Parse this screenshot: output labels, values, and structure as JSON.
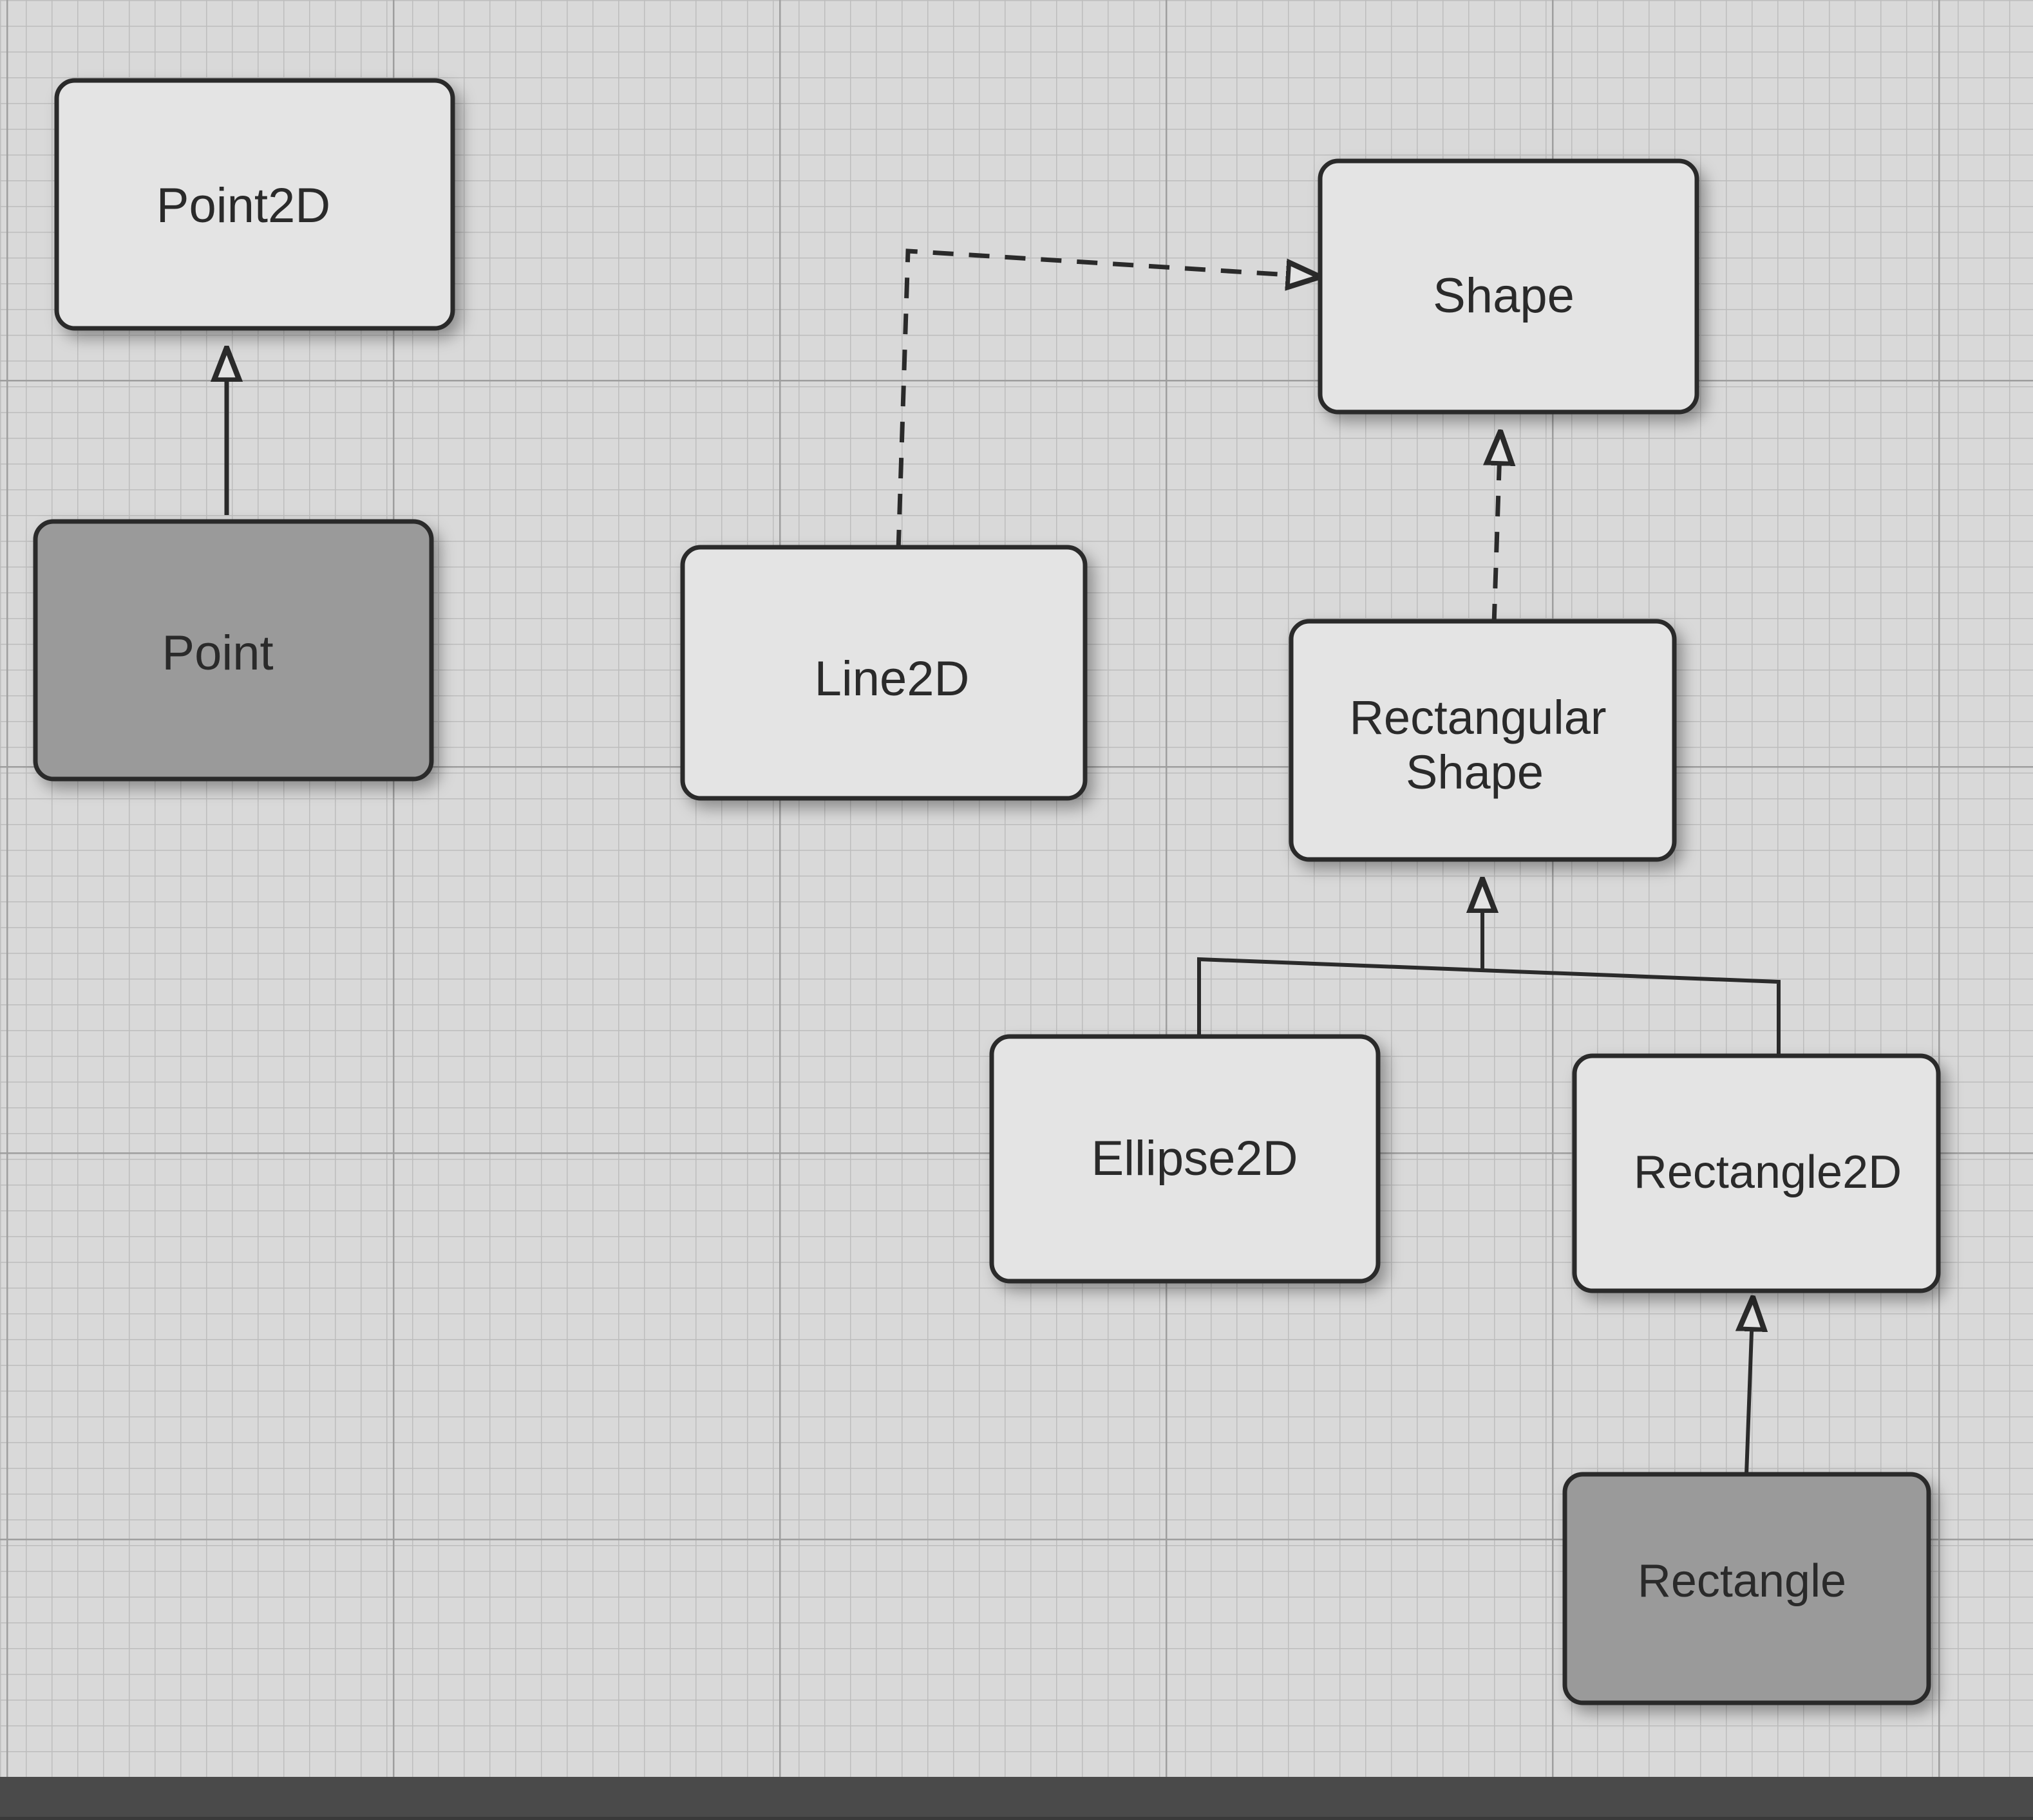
{
  "diagram": {
    "colors": {
      "paper": "#d9d9d9",
      "grid_minor": "#bdbdbd",
      "grid_major": "#9e9e9e",
      "box_light": "#e4e4e4",
      "box_dark": "#9a9a9a",
      "border": "#2a2a2a",
      "text": "#2b2b2b"
    },
    "boxes": {
      "point2d": {
        "label": "Point2D"
      },
      "point": {
        "label": "Point"
      },
      "line2d": {
        "label": "Line2D"
      },
      "shape": {
        "label": "Shape"
      },
      "rectangular_shape": {
        "label_line1": "Rectangular",
        "label_line2": "Shape"
      },
      "ellipse2d": {
        "label": "Ellipse2D"
      },
      "rectangle2d": {
        "label": "Rectangle2D"
      },
      "rectangle": {
        "label": "Rectangle"
      }
    },
    "relations": [
      {
        "from": "Point",
        "to": "Point2D",
        "type": "inheritance"
      },
      {
        "from": "Line2D",
        "to": "Shape",
        "type": "implements"
      },
      {
        "from": "Rectangular Shape",
        "to": "Shape",
        "type": "implements"
      },
      {
        "from": "Ellipse2D",
        "to": "Rectangular Shape",
        "type": "inheritance"
      },
      {
        "from": "Rectangle2D",
        "to": "Rectangular Shape",
        "type": "inheritance"
      },
      {
        "from": "Rectangle",
        "to": "Rectangle2D",
        "type": "inheritance"
      }
    ]
  }
}
